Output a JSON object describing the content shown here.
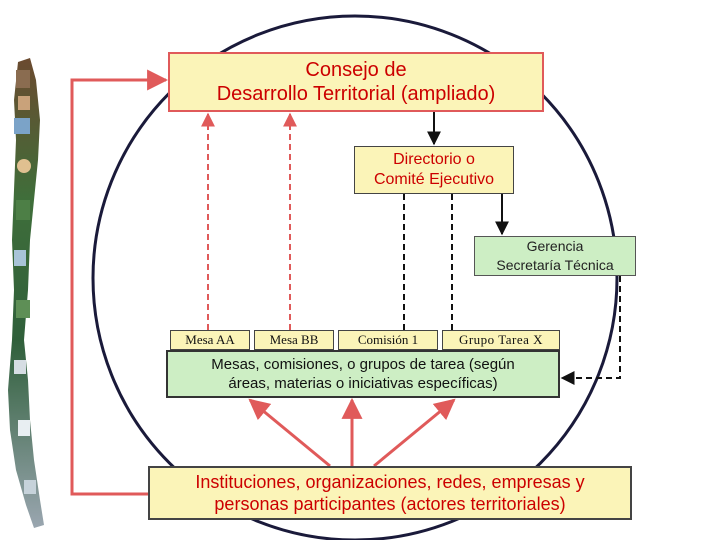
{
  "consejo": {
    "line1": "Consejo de",
    "line2": "Desarrollo Territorial (ampliado)"
  },
  "directorio": {
    "line1": "Directorio o",
    "line2": "Comité Ejecutivo"
  },
  "gerencia": {
    "line1": "Gerencia",
    "line2": "Secretaría Técnica"
  },
  "tags": {
    "mesa_aa": "Mesa AA",
    "mesa_bb": "Mesa BB",
    "comision_1": "Comisión 1",
    "grupo_tarea_x": "Grupo Tarea X"
  },
  "mesas": {
    "line1": "Mesas, comisiones, o grupos de tarea (según",
    "line2": "áreas, materias o iniciativas específicas)"
  },
  "instituciones": {
    "line1": "Instituciones, organizaciones, redes, empresas y",
    "line2": "personas participantes (actores territoriales)"
  },
  "colors": {
    "red_text": "#cc0000",
    "yellow_box": "#fbf4b8",
    "green_box": "#cdeec4",
    "red_arrow": "#e05a5a",
    "circle_border": "#1a1a3a"
  },
  "map": {
    "icon": "chile-map-photo-collage"
  }
}
